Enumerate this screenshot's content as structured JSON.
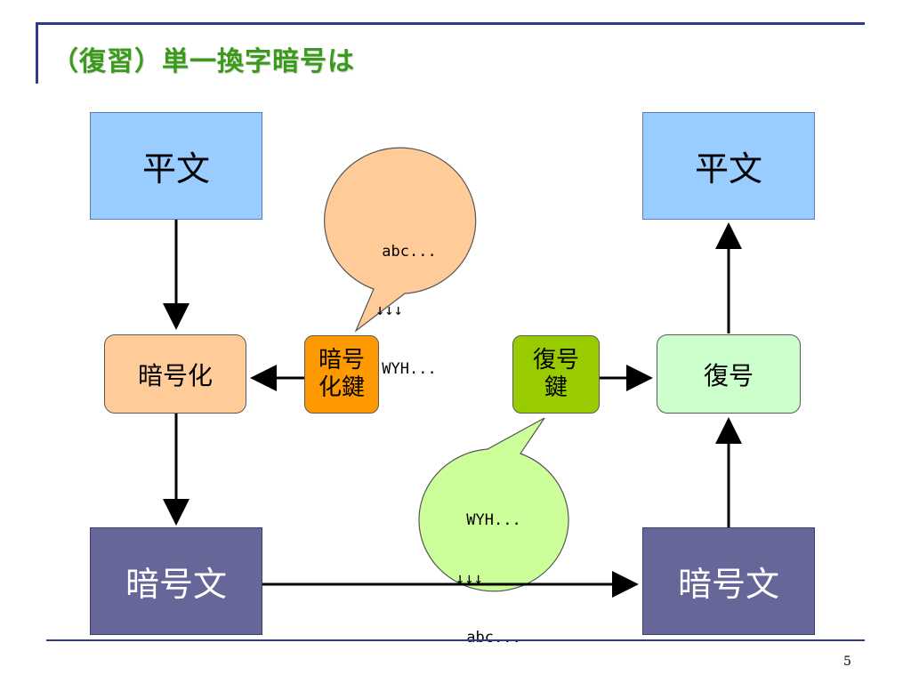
{
  "slide": {
    "title": "（復習）単一換字暗号は",
    "page_number": "5"
  },
  "nodes": {
    "plaintext_left": "平文",
    "plaintext_right": "平文",
    "encrypt": "暗号化",
    "decrypt": "復号",
    "ciphertext_left": "暗号文",
    "ciphertext_right": "暗号文",
    "encrypt_key_line1": "暗号",
    "encrypt_key_line2": "化鍵",
    "decrypt_key_line1": "復号",
    "decrypt_key_line2": "鍵"
  },
  "bubbles": {
    "encrypt_mapping": {
      "line1": "abc...",
      "line2": "↓↓↓",
      "line3": "WYH..."
    },
    "decrypt_mapping": {
      "line1": "WYH...",
      "line2": "↓↓↓",
      "line3": "abc..."
    }
  },
  "colors": {
    "title_green": "#3a9a1a",
    "plaintext_blue": "#99ccff",
    "ciphertext_purple": "#666699",
    "encrypt_orange": "#ffcc99",
    "encrypt_key_orange": "#ff9900",
    "decrypt_key_green": "#99cc00",
    "decrypt_mint": "#ccffcc",
    "bubble_left": "#ffcc99",
    "bubble_right": "#ccff99",
    "rule_blue": "#2e3a8c"
  }
}
